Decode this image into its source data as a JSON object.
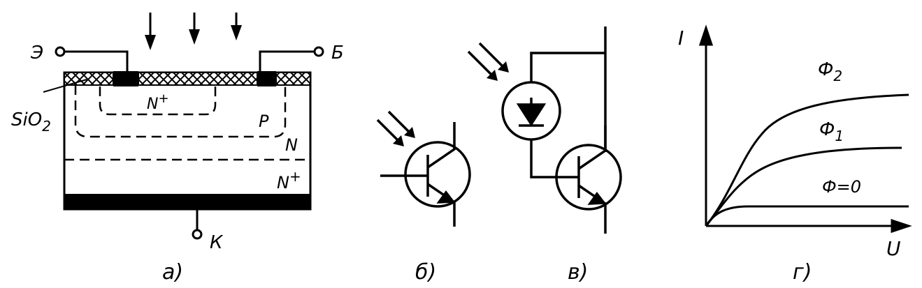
{
  "panel_a": {
    "emitter": "Э",
    "base": "Б",
    "collector": "К",
    "n_plus_top": "N",
    "n_plus_top_sup": "+",
    "p_region": "P",
    "n_region": "N",
    "n_plus_bottom": "N",
    "n_plus_bottom_sup": "+",
    "oxide": "SiO",
    "oxide_sub": "2",
    "caption": "а)"
  },
  "panel_b": {
    "caption": "б)"
  },
  "panel_v": {
    "caption": "в)"
  },
  "panel_g": {
    "y_axis": "I",
    "x_axis": "U",
    "curve_2": "Ф",
    "curve_2_sub": "2",
    "curve_1": "Ф",
    "curve_1_sub": "1",
    "curve_0": "Ф=0",
    "caption": "г)"
  }
}
